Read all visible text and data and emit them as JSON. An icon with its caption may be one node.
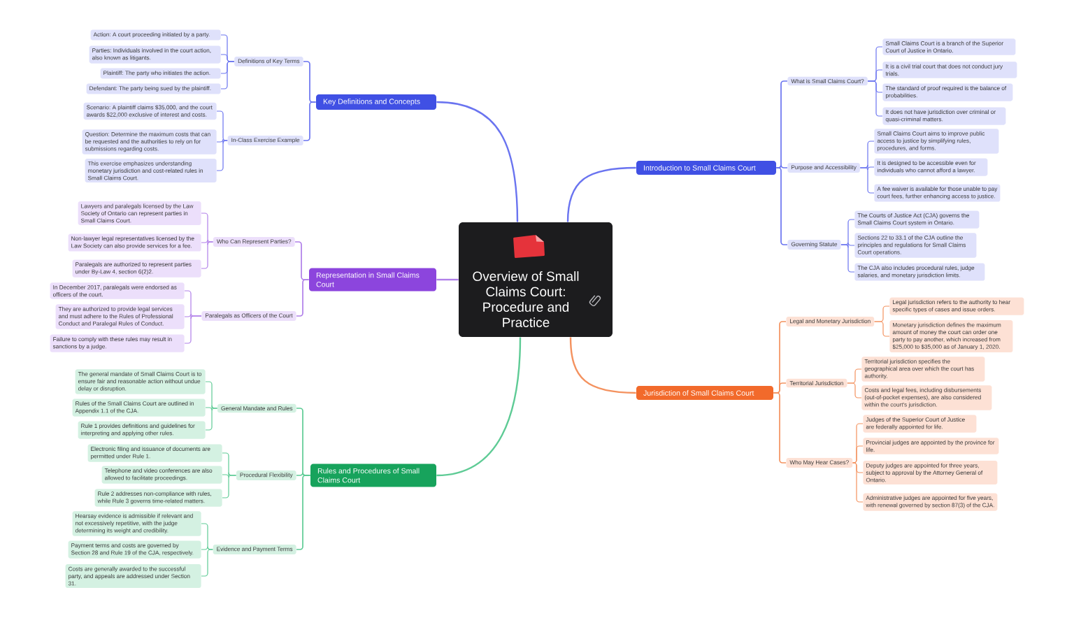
{
  "diagram": {
    "nodes": [
      {
        "text": [
          "Overview of Small Claims Court: Procedure and Practice"
        ]
      },
      {
        "text": [
          "Key Definitions and Concepts"
        ]
      },
      {
        "text": [
          "Definitions of Key Terms"
        ]
      },
      {
        "text": [
          "Action: A court proceeding initiated by a party."
        ]
      },
      {
        "text": [
          "Parties: Individuals involved in the court action, also known as litigants."
        ]
      },
      {
        "text": [
          "Plaintiff: The party who initiates the action."
        ]
      },
      {
        "text": [
          "Defendant: The party being sued by the plaintiff."
        ]
      },
      {
        "text": [
          "In-Class Exercise Example"
        ]
      },
      {
        "text": [
          "Scenario: A plaintiff claims $35,000, and the court awards $22,000 exclusive of interest and costs."
        ]
      },
      {
        "text": [
          "Question: Determine the maximum costs that can be requested and the authorities to rely on for submissions regarding costs."
        ]
      },
      {
        "text": [
          "This exercise emphasizes understanding monetary jurisdiction and cost-related rules in Small Claims Court."
        ]
      },
      {
        "text": [
          "Representation in Small Claims Court"
        ]
      },
      {
        "text": [
          "Who Can Represent Parties?"
        ]
      },
      {
        "text": [
          "Lawyers and paralegals licensed by the Law Society of Ontario can represent parties in Small Claims Court."
        ]
      },
      {
        "text": [
          "Non-lawyer legal representatives licensed by the Law Society can also provide services for a fee."
        ]
      },
      {
        "text": [
          "Paralegals are authorized to represent parties under By-Law 4, section 6(2)2."
        ]
      },
      {
        "text": [
          "Paralegals as Officers of the Court"
        ]
      },
      {
        "text": [
          "In December 2017, paralegals were endorsed as officers of the court."
        ]
      },
      {
        "text": [
          "They are authorized to provide legal services and must adhere to the Rules of Professional Conduct and Paralegal Rules of Conduct."
        ]
      },
      {
        "text": [
          "Failure to comply with these rules may result in sanctions by a judge."
        ]
      },
      {
        "text": [
          "Rules and Procedures of Small Claims Court"
        ]
      },
      {
        "text": [
          "General Mandate and Rules"
        ]
      },
      {
        "text": [
          "The general mandate of Small Claims Court is to ensure fair and reasonable action without undue delay or disruption."
        ]
      },
      {
        "text": [
          "Rules of the Small Claims Court are outlined in Appendix 1.1 of the CJA."
        ]
      },
      {
        "text": [
          "Rule 1 provides definitions and guidelines for interpreting and applying other rules."
        ]
      },
      {
        "text": [
          "Procedural Flexibility"
        ]
      },
      {
        "text": [
          "Electronic filing and issuance of documents are permitted under Rule 1."
        ]
      },
      {
        "text": [
          "Telephone and video conferences are also allowed to facilitate proceedings."
        ]
      },
      {
        "text": [
          "Rule 2 addresses non-compliance with rules, while Rule 3 governs time-related matters."
        ]
      },
      {
        "text": [
          "Evidence and Payment Terms"
        ]
      },
      {
        "text": [
          "Hearsay evidence is admissible if relevant and not excessively repetitive, with the judge determining its weight and credibility."
        ]
      },
      {
        "text": [
          "Payment terms and costs are governed by Section 28 and Rule 19 of the CJA, respectively."
        ]
      },
      {
        "text": [
          "Costs are generally awarded to the successful party, and appeals are addressed under Section 31."
        ]
      },
      {
        "text": [
          "Introduction to Small Claims Court"
        ]
      },
      {
        "text": [
          "What is Small Claims Court?"
        ]
      },
      {
        "text": [
          "Small Claims Court is a branch of the Superior Court of Justice in Ontario."
        ]
      },
      {
        "text": [
          "It is a civil trial court that does not conduct jury trials."
        ]
      },
      {
        "text": [
          "The standard of proof required is the balance of probabilities."
        ]
      },
      {
        "text": [
          "It does not have jurisdiction over criminal or quasi-criminal matters."
        ]
      },
      {
        "text": [
          "Purpose and Accessibility"
        ]
      },
      {
        "text": [
          "Small Claims Court aims to improve public access to justice by simplifying rules, procedures, and forms."
        ]
      },
      {
        "text": [
          "It is designed to be accessible even for individuals who cannot afford a lawyer."
        ]
      },
      {
        "text": [
          "A fee waiver is available for those unable to pay court fees, further enhancing access to justice."
        ]
      },
      {
        "text": [
          "Governing Statute"
        ]
      },
      {
        "text": [
          "The Courts of Justice Act (CJA) governs the Small Claims Court system in Ontario."
        ]
      },
      {
        "text": [
          "Sections 22 to 33.1 of the CJA outline the principles and regulations for Small Claims Court operations."
        ]
      },
      {
        "text": [
          "The CJA also includes procedural rules, judge salaries, and monetary jurisdiction limits."
        ]
      },
      {
        "text": [
          "Jurisdiction of Small Claims Court"
        ]
      },
      {
        "text": [
          "Legal and Monetary Jurisdiction"
        ]
      },
      {
        "text": [
          "Legal jurisdiction refers to the authority to hear specific types of cases and issue orders."
        ]
      },
      {
        "text": [
          "Monetary jurisdiction defines the maximum amount of money the court can order one party to pay another, which increased from $25,000 to $35,000 as of January 1, 2020."
        ]
      },
      {
        "text": [
          "Territorial Jurisdiction"
        ]
      },
      {
        "text": [
          "Territorial jurisdiction specifies the geographical area over which the court has authority."
        ]
      },
      {
        "text": [
          "Costs and legal fees, including disbursements (out-of-pocket expenses), are also considered within the court's jurisdiction."
        ]
      },
      {
        "text": [
          "Who May Hear Cases?"
        ]
      },
      {
        "text": [
          "Judges of the Superior Court of Justice are federally appointed for life."
        ]
      },
      {
        "text": [
          "Provincial judges are appointed by the province for life."
        ]
      },
      {
        "text": [
          "Deputy judges are appointed for three years, subject to approval by the Attorney General of Ontario."
        ]
      },
      {
        "text": [
          "Administrative judges are appointed for five years, with renewal governed by section 87(3) of the CJA."
        ]
      }
    ],
    "edges": [
      {
        "from": 0,
        "to": 1,
        "arrow": "none"
      },
      {
        "from": 1,
        "to": 2,
        "arrow": "none"
      },
      {
        "from": 2,
        "to": 3,
        "arrow": "none"
      },
      {
        "from": 2,
        "to": 4,
        "arrow": "none"
      },
      {
        "from": 2,
        "to": 5,
        "arrow": "none"
      },
      {
        "from": 2,
        "to": 6,
        "arrow": "none"
      },
      {
        "from": 1,
        "to": 7,
        "arrow": "none"
      },
      {
        "from": 7,
        "to": 8,
        "arrow": "none"
      },
      {
        "from": 7,
        "to": 9,
        "arrow": "none"
      },
      {
        "from": 7,
        "to": 10,
        "arrow": "none"
      },
      {
        "from": 0,
        "to": 11,
        "arrow": "none",
        "color": "#b07fe9"
      },
      {
        "from": 11,
        "to": 12,
        "arrow": "none",
        "color": "#b07fe9"
      },
      {
        "from": 12,
        "to": 13,
        "arrow": "none",
        "color": "#b07fe9"
      },
      {
        "from": 12,
        "to": 14,
        "arrow": "none",
        "color": "#b07fe9"
      },
      {
        "from": 12,
        "to": 15,
        "arrow": "none",
        "color": "#b07fe9"
      },
      {
        "from": 11,
        "to": 16,
        "arrow": "none",
        "color": "#b07fe9"
      },
      {
        "from": 16,
        "to": 17,
        "arrow": "none",
        "color": "#b07fe9"
      },
      {
        "from": 16,
        "to": 18,
        "arrow": "none",
        "color": "#b07fe9"
      },
      {
        "from": 16,
        "to": 19,
        "arrow": "none",
        "color": "#b07fe9"
      },
      {
        "from": 0,
        "to": 20,
        "arrow": "none",
        "color": "#5ecb95"
      },
      {
        "from": 20,
        "to": 21,
        "arrow": "none",
        "color": "#5ecb95"
      },
      {
        "from": 21,
        "to": 22,
        "arrow": "none",
        "color": "#5ecb95"
      },
      {
        "from": 21,
        "to": 23,
        "arrow": "none",
        "color": "#5ecb95"
      },
      {
        "from": 21,
        "to": 24,
        "arrow": "none",
        "color": "#5ecb95"
      },
      {
        "from": 20,
        "to": 25,
        "arrow": "none",
        "color": "#5ecb95"
      },
      {
        "from": 25,
        "to": 26,
        "arrow": "none",
        "color": "#5ecb95"
      },
      {
        "from": 25,
        "to": 27,
        "arrow": "none",
        "color": "#5ecb95"
      },
      {
        "from": 25,
        "to": 28,
        "arrow": "none",
        "color": "#5ecb95"
      },
      {
        "from": 20,
        "to": 29,
        "arrow": "none",
        "color": "#5ecb95"
      },
      {
        "from": 29,
        "to": 30,
        "arrow": "none",
        "color": "#5ecb95"
      },
      {
        "from": 29,
        "to": 31,
        "arrow": "none",
        "color": "#5ecb95"
      },
      {
        "from": 29,
        "to": 32,
        "arrow": "none",
        "color": "#5ecb95"
      },
      {
        "from": 0,
        "to": 33,
        "arrow": "none"
      },
      {
        "from": 33,
        "to": 34,
        "arrow": "none"
      },
      {
        "from": 34,
        "to": 35,
        "arrow": "none"
      },
      {
        "from": 34,
        "to": 36,
        "arrow": "none"
      },
      {
        "from": 34,
        "to": 37,
        "arrow": "none"
      },
      {
        "from": 34,
        "to": 38,
        "arrow": "none"
      },
      {
        "from": 33,
        "to": 39,
        "arrow": "none"
      },
      {
        "from": 39,
        "to": 40,
        "arrow": "none"
      },
      {
        "from": 39,
        "to": 41,
        "arrow": "none"
      },
      {
        "from": 39,
        "to": 42,
        "arrow": "none"
      },
      {
        "from": 33,
        "to": 43,
        "arrow": "none"
      },
      {
        "from": 43,
        "to": 44,
        "arrow": "none"
      },
      {
        "from": 43,
        "to": 45,
        "arrow": "none"
      },
      {
        "from": 43,
        "to": 46,
        "arrow": "none"
      },
      {
        "from": 0,
        "to": 47,
        "arrow": "none",
        "color": "#f4925f"
      },
      {
        "from": 47,
        "to": 48,
        "arrow": "none",
        "color": "#f4925f"
      },
      {
        "from": 48,
        "to": 49,
        "arrow": "none",
        "color": "#f4925f"
      },
      {
        "from": 48,
        "to": 50,
        "arrow": "none",
        "color": "#f4925f"
      },
      {
        "from": 47,
        "to": 51,
        "arrow": "none",
        "color": "#f4925f"
      },
      {
        "from": 51,
        "to": 52,
        "arrow": "none",
        "color": "#f4925f"
      },
      {
        "from": 51,
        "to": 53,
        "arrow": "none",
        "color": "#f4925f"
      },
      {
        "from": 47,
        "to": 54,
        "arrow": "none",
        "color": "#f4925f"
      },
      {
        "from": 54,
        "to": 55,
        "arrow": "none",
        "color": "#f4925f"
      },
      {
        "from": 54,
        "to": 56,
        "arrow": "none",
        "color": "#f4925f"
      },
      {
        "from": 54,
        "to": 57,
        "arrow": "none",
        "color": "#f4925f"
      },
      {
        "from": 54,
        "to": 58,
        "arrow": "none",
        "color": "#f4925f"
      }
    ]
  }
}
